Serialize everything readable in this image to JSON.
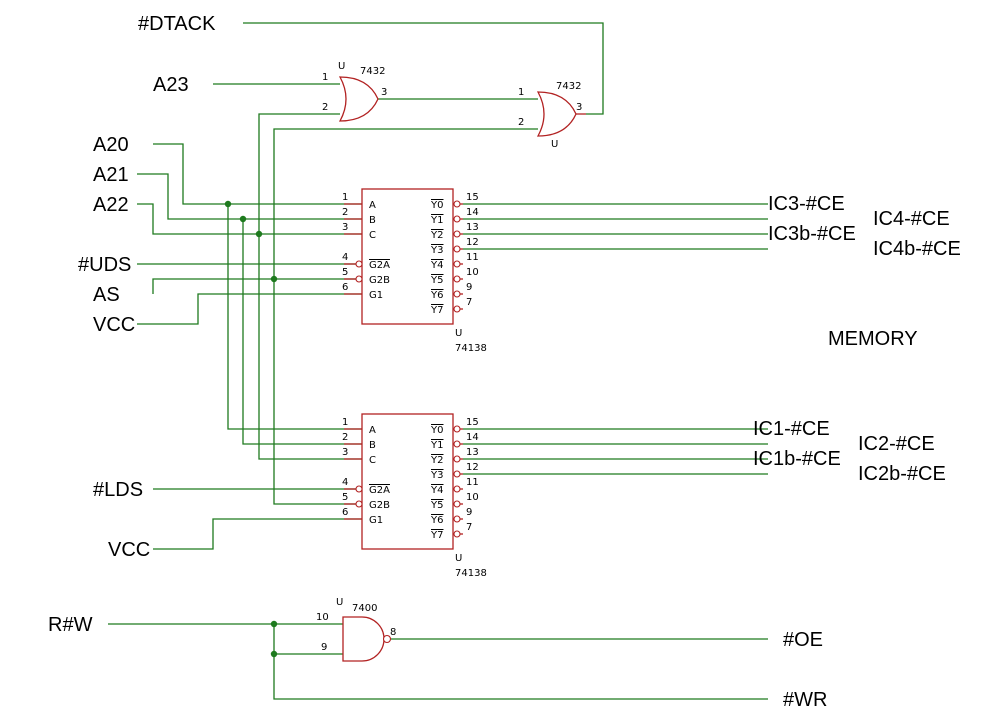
{
  "colors": {
    "wire": "#1e7a1e",
    "component": "#b22222",
    "text": "#000000"
  },
  "nets": {
    "dtack": "#DTACK",
    "a23": "A23",
    "a20": "A20",
    "a21": "A21",
    "a22": "A22",
    "uds": "#UDS",
    "as": "AS",
    "vcc1": "VCC",
    "lds": "#LDS",
    "vcc2": "VCC",
    "rw": "R#W",
    "oe": "#OE",
    "wr": "#WR",
    "ic3_ce": "IC3-#CE",
    "ic3b_ce": "IC3b-#CE",
    "ic4_ce": "IC4-#CE",
    "ic4b_ce": "IC4b-#CE",
    "ic1_ce": "IC1-#CE",
    "ic1b_ce": "IC1b-#CE",
    "ic2_ce": "IC2-#CE",
    "ic2b_ce": "IC2b-#CE",
    "memory": "MEMORY"
  },
  "components": {
    "or1": {
      "ref": "U",
      "part": "7432",
      "pins": [
        "1",
        "2",
        "3"
      ]
    },
    "or2": {
      "ref": "U",
      "part": "7432",
      "pins": [
        "1",
        "2",
        "3"
      ]
    },
    "dec1": {
      "ref": "U",
      "part": "74138"
    },
    "dec2": {
      "ref": "U",
      "part": "74138"
    },
    "nand": {
      "ref": "U",
      "part": "7400",
      "pins": [
        "10",
        "9",
        "8"
      ]
    }
  },
  "decoder_pins": {
    "left_numbers": [
      "1",
      "2",
      "3",
      "4",
      "5",
      "6"
    ],
    "left_labels": [
      "A",
      "B",
      "C",
      "G2A",
      "G2B",
      "G1"
    ],
    "right_labels": [
      "Y0",
      "Y1",
      "Y2",
      "Y3",
      "Y4",
      "Y5",
      "Y6",
      "Y7"
    ],
    "right_numbers": [
      "15",
      "14",
      "13",
      "12",
      "11",
      "10",
      "9",
      "7"
    ]
  }
}
